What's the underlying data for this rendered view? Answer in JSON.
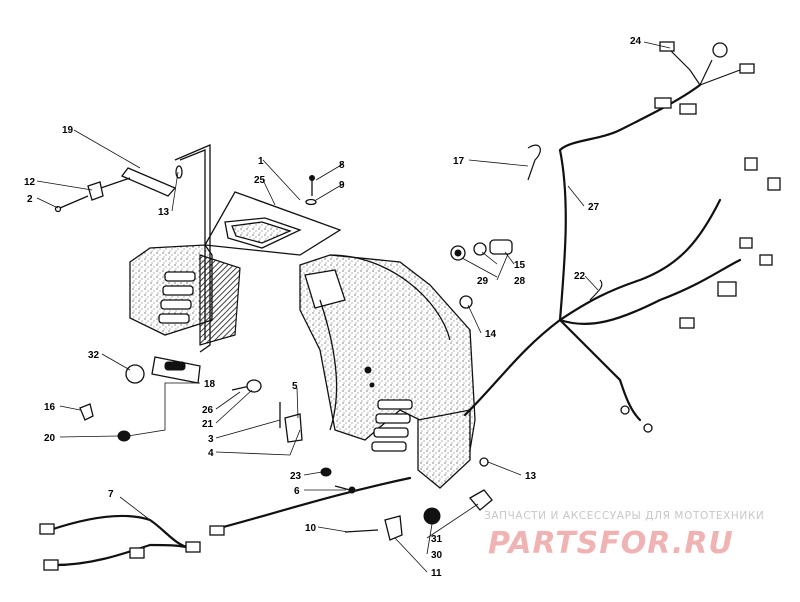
{
  "callouts": {
    "c1": "1",
    "c2": "2",
    "c3": "3",
    "c4": "4",
    "c5": "5",
    "c6": "6",
    "c7": "7",
    "c8": "8",
    "c9": "9",
    "c10": "10",
    "c11": "11",
    "c12": "12",
    "c13a": "13",
    "c13b": "13",
    "c14": "14",
    "c15": "15",
    "c16": "16",
    "c17": "17",
    "c18": "18",
    "c19": "19",
    "c20": "20",
    "c21": "21",
    "c22": "22",
    "c23": "23",
    "c24": "24",
    "c25": "25",
    "c26": "26",
    "c27": "27",
    "c28": "28",
    "c29": "29",
    "c30": "30",
    "c31": "31",
    "c32": "32"
  },
  "watermark": {
    "tagline": "ЗАПЧАСТИ И АКСЕССУАРЫ ДЛЯ МОТОТЕХНИКИ",
    "logo": "PARTSFOR.RU"
  },
  "colors": {
    "line": "#111111",
    "background": "#ffffff",
    "watermark_text": "#c7c7c7",
    "watermark_logo": "#f0b3b3"
  }
}
